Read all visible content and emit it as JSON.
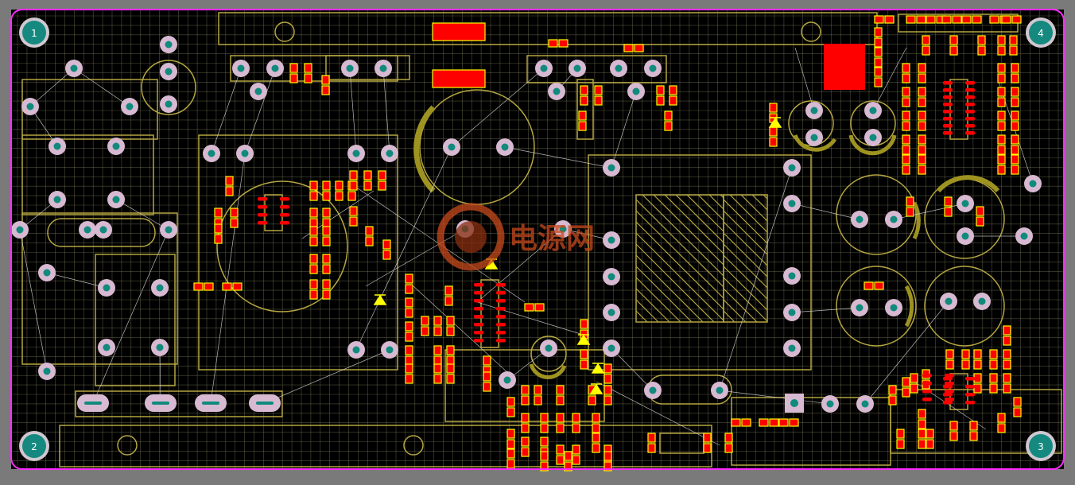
{
  "colors": {
    "background": "#7a7a7a",
    "board": "#000000",
    "grid": "#8f8f6a",
    "outline": "#ff2aff",
    "silkscreen": "#b5a640",
    "ratsnest": "#d8d8d8",
    "pad": "#ff0000",
    "pad_outline": "#ffff00",
    "via_ring": "#d7b9d1",
    "via_hole": "#0f8a7c",
    "mounting_hole": "#15897f",
    "watermark": "#c84a1c"
  },
  "mounting_holes": [
    {
      "label": "1"
    },
    {
      "label": "2"
    },
    {
      "label": "3"
    },
    {
      "label": "4"
    }
  ],
  "watermark": {
    "text": "电源网"
  }
}
